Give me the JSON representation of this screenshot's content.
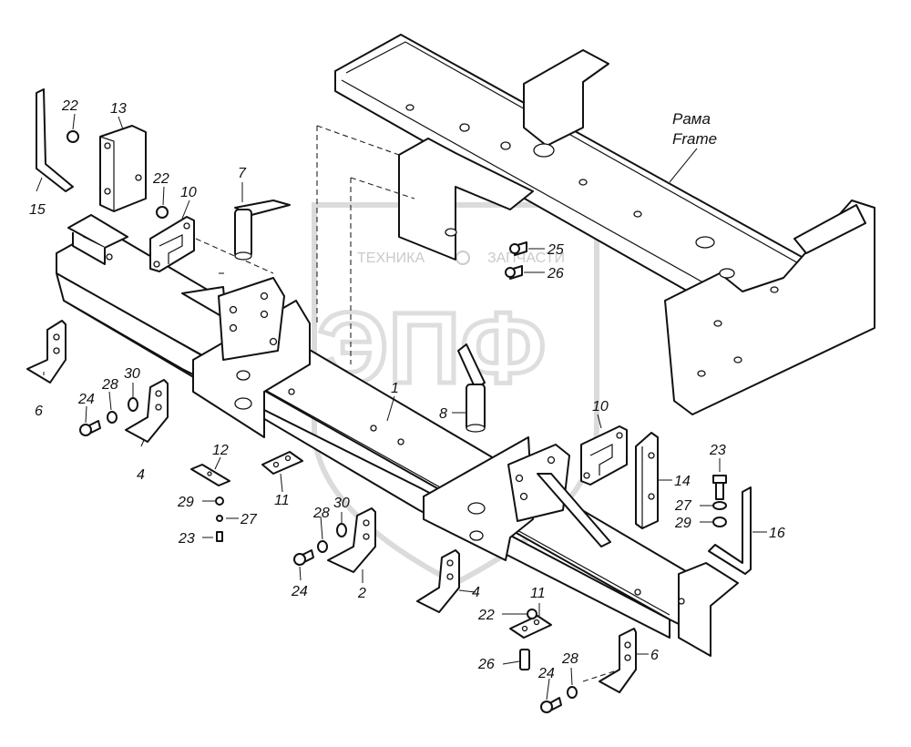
{
  "frame_label": {
    "ru": "Рама",
    "en": "Frame"
  },
  "watermark": {
    "top_left": "ТЕХНИКА",
    "top_right": "ЗАПЧАСТИ",
    "logo": "ЭПФ"
  },
  "callouts": {
    "c1": "1",
    "c2": "2",
    "c4a": "4",
    "c4b": "4",
    "c6a": "6",
    "c6b": "6",
    "c7": "7",
    "c8": "8",
    "c10a": "10",
    "c10b": "10",
    "c11a": "11",
    "c11b": "11",
    "c12": "12",
    "c13": "13",
    "c14": "14",
    "c15": "15",
    "c16": "16",
    "c22a": "22",
    "c22b": "22",
    "c22c": "22",
    "c23a": "23",
    "c23b": "23",
    "c24a": "24",
    "c24b": "24",
    "c24c": "24",
    "c25": "25",
    "c26a": "26",
    "c26b": "26",
    "c27a": "27",
    "c27b": "27",
    "c28a": "28",
    "c28b": "28",
    "c28c": "28",
    "c29a": "29",
    "c29b": "29",
    "c30a": "30",
    "c30b": "30"
  }
}
